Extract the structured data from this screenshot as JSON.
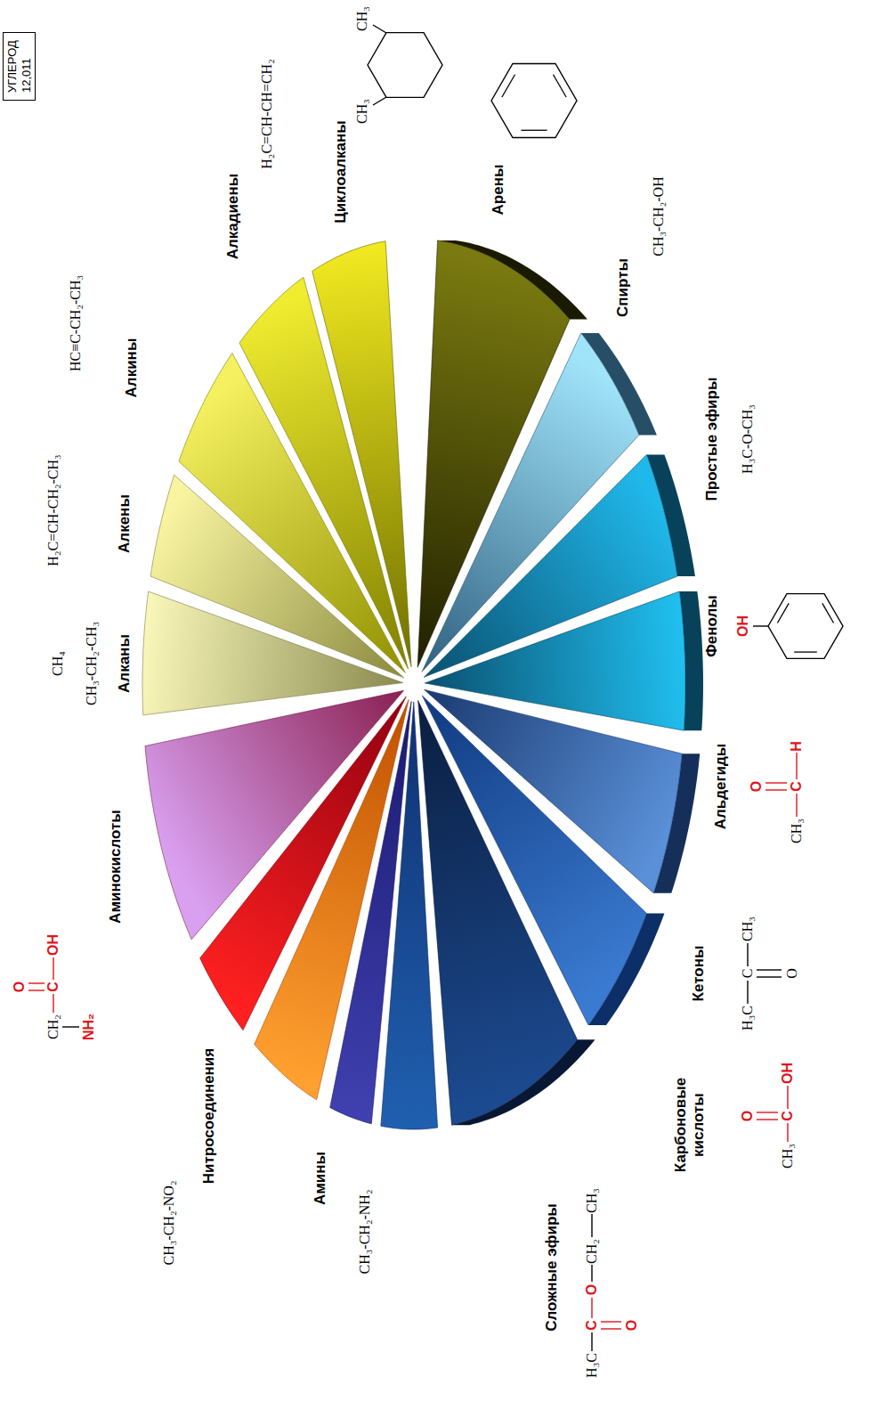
{
  "diagram": {
    "nodes": [
      {
        "text": [
          "УГЛЕРОД",
          "12,011"
        ]
      }
    ],
    "labels": [
      "CH₄",
      "CH₃-CH₂-CH₃",
      "Алканы",
      "H₂C=CH-CH₂-CH₃",
      "Алкены",
      "HC≡C-CH₂-CH₃",
      "Алкины",
      "Алкадиены",
      "H₂C=CH-CH=CH₂",
      "Циклоалканы",
      "CH₃",
      "CH₃",
      "Арены",
      "Спирты",
      "CH₃-CH₂-OH",
      "Простые эфиры",
      "H₃C-O-CH₃",
      "Фенолы",
      "OH",
      "Альдегиды",
      "O",
      "C",
      "CH₃",
      "H",
      "Кетоны",
      "H₃C",
      "C",
      "CH₃",
      "O",
      "Карбоновые кислоты",
      "O",
      "C",
      "CH₃",
      "OH",
      "Сложные эфиры",
      "H₃C",
      "C",
      "O",
      "CH₂",
      "CH₃",
      "O",
      "Амины",
      "CH₃-CH₂-NH₂",
      "Нитросоединения",
      "CH₃-CH₂-NO₂",
      "Аминокислоты",
      "CH₂",
      "C",
      "O",
      "OH",
      "NH₂"
    ]
  }
}
